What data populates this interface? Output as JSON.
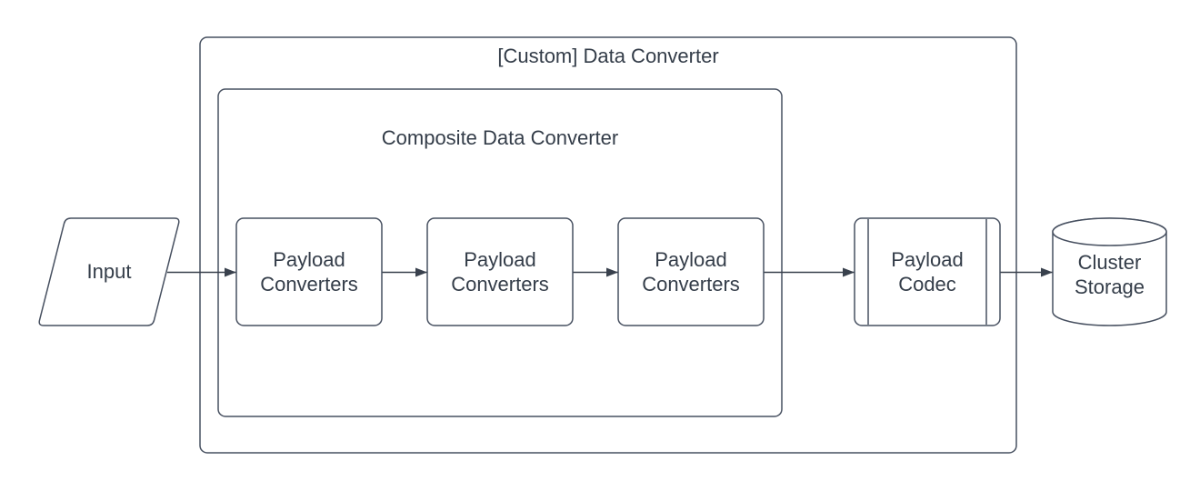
{
  "diagram": {
    "type": "flowchart",
    "colors": {
      "background": "#ffffff",
      "shape_stroke": "#475060",
      "shape_fill": "#ffffff",
      "text": "#343d49"
    },
    "containers": {
      "outer": {
        "label": "[Custom] Data Converter"
      },
      "inner": {
        "label": "Composite Data Converter"
      }
    },
    "nodes": {
      "input": {
        "label": "Input",
        "shape": "parallelogram"
      },
      "pc1": {
        "label": "Payload Converters",
        "shape": "rounded-rectangle",
        "container": "inner"
      },
      "pc2": {
        "label": "Payload Converters",
        "shape": "rounded-rectangle",
        "container": "inner"
      },
      "pc3": {
        "label": "Payload Converters",
        "shape": "rounded-rectangle",
        "container": "inner"
      },
      "codec": {
        "label": "Payload Codec",
        "shape": "predefined-process",
        "container": "outer"
      },
      "storage": {
        "label": "Cluster Storage",
        "shape": "cylinder"
      }
    },
    "edges": [
      {
        "from": "input",
        "to": "pc1",
        "style": "arrow"
      },
      {
        "from": "pc1",
        "to": "pc2",
        "style": "arrow"
      },
      {
        "from": "pc2",
        "to": "pc3",
        "style": "arrow"
      },
      {
        "from": "pc3",
        "to": "codec",
        "style": "arrow"
      },
      {
        "from": "codec",
        "to": "storage",
        "style": "arrow"
      }
    ]
  }
}
